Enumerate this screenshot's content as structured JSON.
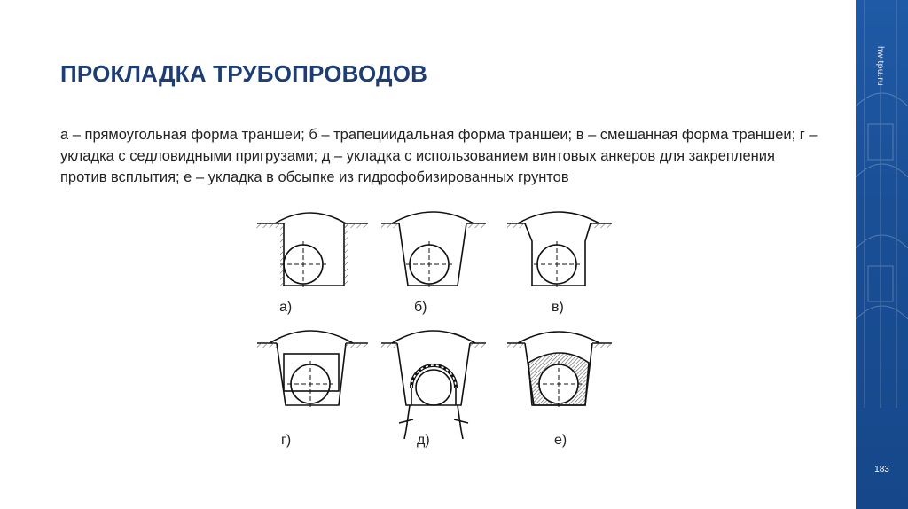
{
  "slide": {
    "title": "ПРОКЛАДКА ТРУБОПРОВОДОВ",
    "caption": "а – прямоугольная форма траншеи; б – трапециидальная форма траншеи; в – смешанная форма траншеи; г – укладка с седловидными пригрузами; д – укладка с использованием винтовых анкеров для закрепления против всплытия; е – укладка в обсыпке из гидрофобизированных грунтов",
    "site": "hw.tpu.ru",
    "page_number": "183",
    "accent_color": "#1e3d73",
    "sidebar_color": "#1a4f96"
  },
  "figure": {
    "labels": [
      "а)",
      "б)",
      "в)",
      "г)",
      "д)",
      "е)"
    ]
  }
}
